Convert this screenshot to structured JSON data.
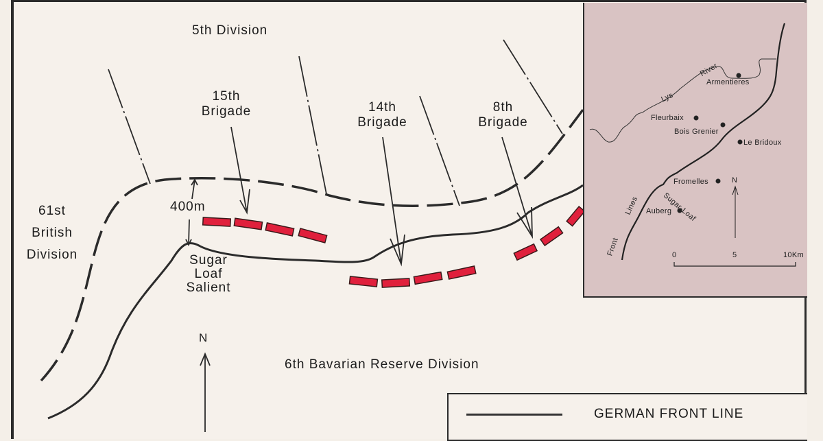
{
  "main_map": {
    "labels": {
      "fifth_division": "5th Division",
      "fifteenth_brigade": [
        "15th",
        "Brigade"
      ],
      "fourteenth_brigade": [
        "14th",
        "Brigade"
      ],
      "eighth_brigade": [
        "8th",
        "Brigade"
      ],
      "sixty_first_division": [
        "61st",
        "British",
        "Division"
      ],
      "distance": "400m",
      "salient": [
        "Sugar",
        "Loaf",
        "Salient"
      ],
      "bavarian_division": "6th Bavarian Reserve Division",
      "north": "N"
    },
    "colors": {
      "background": "#f6f1eb",
      "line": "#2b2b2b",
      "attack_bar_fill": "#e0203c",
      "attack_bar_outline": "#3a1a1a"
    }
  },
  "inset_map": {
    "river_label": [
      "Lys",
      "River"
    ],
    "front_label": [
      "Front",
      "Lines"
    ],
    "places": [
      {
        "name": "Armentieres"
      },
      {
        "name": "Fleurbaix"
      },
      {
        "name": "Bois Grenier"
      },
      {
        "name": "Le Bridoux"
      },
      {
        "name": "Fromelles"
      },
      {
        "name": "Auberg"
      }
    ],
    "sugar_loaf_label": "Sugar-Loaf",
    "north": "N",
    "scale": {
      "ticks": [
        "0",
        "5",
        "10Km"
      ]
    },
    "background": "#d9c3c3"
  },
  "legend": {
    "items": [
      {
        "label": "GERMAN FRONT LINE"
      }
    ]
  }
}
